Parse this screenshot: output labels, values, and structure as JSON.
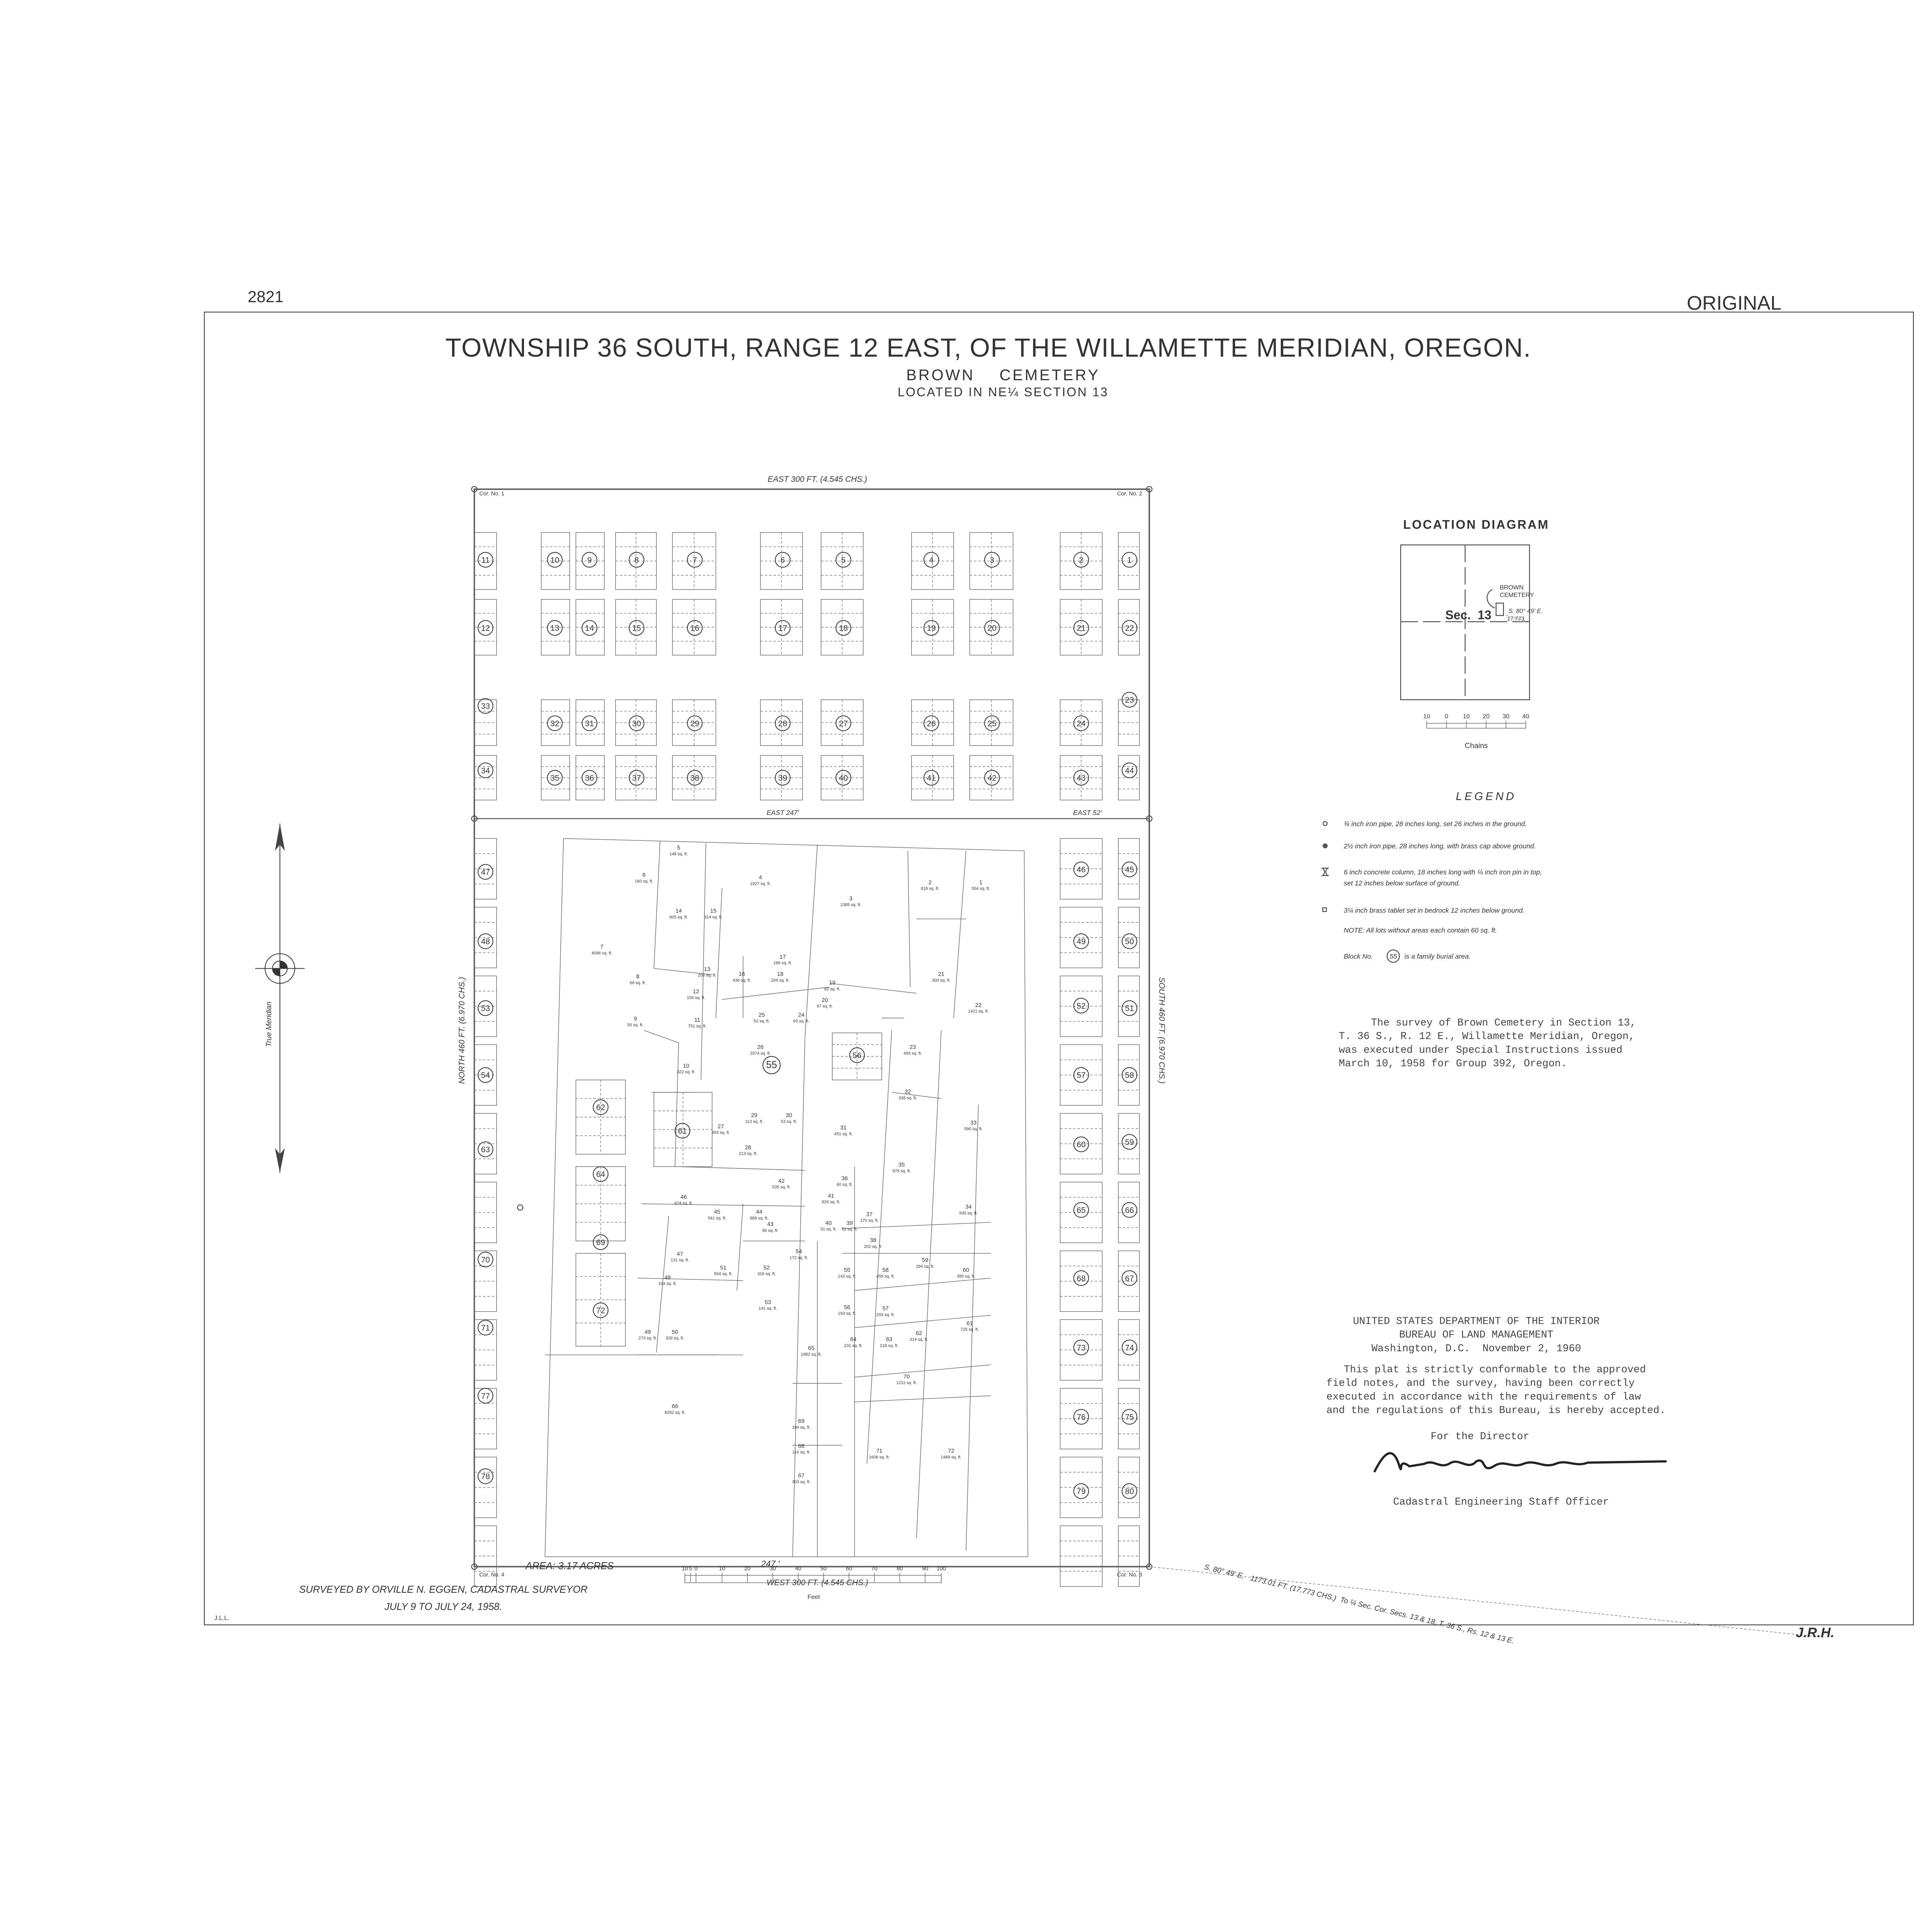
{
  "sheet": {
    "number": "2821",
    "stamp": "ORIGINAL",
    "initials_left": "J.L.L.",
    "initials_right": "J.R.H."
  },
  "title": {
    "main": "TOWNSHIP 36 SOUTH, RANGE 12 EAST, OF THE WILLAMETTE MERIDIAN, OREGON.",
    "subtitle": "BROWN    CEMETERY",
    "location": "LOCATED IN NE¼ SECTION 13"
  },
  "plat": {
    "north_boundary": "EAST 300 FT. (4.545 CHS.)",
    "south_boundary": "WEST 300 FT. (4.545 CHS.)",
    "west_boundary": "NORTH 460 FT. (6.970 CHS.)",
    "east_boundary": "SOUTH 460 FT. (6.970 CHS.)",
    "corners": [
      "Cor. No. 1",
      "Cor. No. 2",
      "Cor. No. 3",
      "Cor. No. 4"
    ],
    "road_west": "EAST 247'",
    "road_east": "EAST 52'",
    "bottom_distance": "247.'",
    "true_meridian": "True Meridian",
    "tie_line": "S. 80° 49' E.   1173.01 FT. (17.773 CHS.)  To ¼ Sec. Cor. Secs. 13 & 18, T. 36 S., Rs. 12 & 13 E.",
    "blocks": [
      "1",
      "2",
      "3",
      "4",
      "5",
      "6",
      "7",
      "8",
      "9",
      "10",
      "11",
      "12",
      "13",
      "14",
      "15",
      "16",
      "17",
      "18",
      "19",
      "20",
      "21",
      "22",
      "23",
      "24",
      "25",
      "26",
      "27",
      "28",
      "29",
      "30",
      "31",
      "32",
      "33",
      "34",
      "35",
      "36",
      "37",
      "38",
      "39",
      "40",
      "41",
      "42",
      "43",
      "44",
      "45",
      "46",
      "47",
      "48",
      "49",
      "50",
      "51",
      "52",
      "53",
      "54",
      "55",
      "56",
      "57",
      "58",
      "59",
      "60",
      "61",
      "62",
      "63",
      "64",
      "65",
      "66",
      "67",
      "68",
      "69",
      "70",
      "71",
      "72",
      "73",
      "74",
      "75",
      "76",
      "77",
      "78",
      "79",
      "80"
    ],
    "lots": [
      {
        "n": "1",
        "area": "554 sq. ft."
      },
      {
        "n": "2",
        "area": "818 sq. ft."
      },
      {
        "n": "3",
        "area": "2385 sq. ft."
      },
      {
        "n": "4",
        "area": "1927 sq. ft."
      },
      {
        "n": "5",
        "area": "148 sq. ft."
      },
      {
        "n": "6",
        "area": "160 sq. ft."
      },
      {
        "n": "7",
        "area": "4096 sq. ft."
      },
      {
        "n": "8",
        "area": "66 sq. ft."
      },
      {
        "n": "9",
        "area": "50 sq. ft."
      },
      {
        "n": "10",
        "area": "322 sq. ft."
      },
      {
        "n": "11",
        "area": "751 sq. ft."
      },
      {
        "n": "12",
        "area": "154 sq. ft."
      },
      {
        "n": "13",
        "area": "206 sq. ft."
      },
      {
        "n": "14",
        "area": "905 sq. ft."
      },
      {
        "n": "15",
        "area": "314 sq. ft."
      },
      {
        "n": "16",
        "area": "436 sq. ft."
      },
      {
        "n": "17",
        "area": "186 sq. ft."
      },
      {
        "n": "18",
        "area": "209 sq. ft."
      },
      {
        "n": "19",
        "area": "82 sq. ft."
      },
      {
        "n": "20",
        "area": "97 sq. ft."
      },
      {
        "n": "21",
        "area": "300 sq. ft."
      },
      {
        "n": "22",
        "area": "1421 sq. ft."
      },
      {
        "n": "23",
        "area": "493 sq. ft."
      },
      {
        "n": "24",
        "area": "63 sq. ft."
      },
      {
        "n": "25",
        "area": "52 sq. ft."
      },
      {
        "n": "26",
        "area": "2074 sq. ft."
      },
      {
        "n": "27",
        "area": "393 sq. ft."
      },
      {
        "n": "28",
        "area": "213 sq. ft."
      },
      {
        "n": "29",
        "area": "113 sq. ft."
      },
      {
        "n": "30",
        "area": "53 sq. ft."
      },
      {
        "n": "31",
        "area": "451 sq. ft."
      },
      {
        "n": "32",
        "area": "338 sq. ft."
      },
      {
        "n": "33",
        "area": "590 sq. ft."
      },
      {
        "n": "34",
        "area": "930 sq. ft."
      },
      {
        "n": "35",
        "area": "979 sq. ft."
      },
      {
        "n": "36",
        "area": "60 sq. ft."
      },
      {
        "n": "37",
        "area": "170 sq. ft."
      },
      {
        "n": "38",
        "area": "202 sq. ft."
      },
      {
        "n": "39",
        "area": "51 sq. ft."
      },
      {
        "n": "40",
        "area": "51 sq. ft."
      },
      {
        "n": "41",
        "area": "826 sq. ft."
      },
      {
        "n": "42",
        "area": "535 sq. ft."
      },
      {
        "n": "43",
        "area": "66 sq. ft."
      },
      {
        "n": "44",
        "area": "689 sq. ft."
      },
      {
        "n": "45",
        "area": "541 sq. ft."
      },
      {
        "n": "46",
        "area": "474 sq. ft."
      },
      {
        "n": "47",
        "area": "131 sq. ft."
      },
      {
        "n": "48",
        "area": "314 sq. ft."
      },
      {
        "n": "49",
        "area": "273 sq. ft."
      },
      {
        "n": "50",
        "area": "326 sq. ft."
      },
      {
        "n": "51",
        "area": "554 sq. ft."
      },
      {
        "n": "52",
        "area": "316 sq. ft."
      },
      {
        "n": "53",
        "area": "141 sq. ft."
      },
      {
        "n": "54",
        "area": "172 sq. ft."
      },
      {
        "n": "55",
        "area": "143 sq. ft."
      },
      {
        "n": "56",
        "area": "193 sq. ft."
      },
      {
        "n": "57",
        "area": "293 sq. ft."
      },
      {
        "n": "58",
        "area": "459 sq. ft."
      },
      {
        "n": "59",
        "area": "294 sq. ft."
      },
      {
        "n": "60",
        "area": "395 sq. ft."
      },
      {
        "n": "61",
        "area": "725 sq. ft."
      },
      {
        "n": "62",
        "area": "314 sq. ft."
      },
      {
        "n": "63",
        "area": "218 sq. ft."
      },
      {
        "n": "64",
        "area": "231 sq. ft."
      },
      {
        "n": "65",
        "area": "1982 sq. ft."
      },
      {
        "n": "66",
        "area": "8282 sq. ft."
      },
      {
        "n": "67",
        "area": "303 sq. ft."
      },
      {
        "n": "68",
        "area": "114 sq. ft."
      },
      {
        "n": "69",
        "area": "184 sq. ft."
      },
      {
        "n": "70",
        "area": "1211 sq. ft."
      },
      {
        "n": "71",
        "area": "1606 sq. ft."
      },
      {
        "n": "72",
        "area": "1469 sq. ft."
      }
    ]
  },
  "location_diagram": {
    "title": "LOCATION DIAGRAM",
    "label_line1": "BROWN",
    "label_line2": "CEMETERY",
    "section": "Sec.  13",
    "bearing": "S. 80° 49' E.",
    "distance": "17.773",
    "scale_ticks": [
      "10",
      "0",
      "10",
      "20",
      "30",
      "40"
    ],
    "scale_unit": "Chains"
  },
  "legend": {
    "title": "LEGEND",
    "items": [
      {
        "icon": "iron-pipe-circle",
        "text": "¾ inch iron pipe, 28 inches long, set 26 inches in the ground."
      },
      {
        "icon": "brass-cap-circle",
        "text": "2½ inch iron pipe, 28 inches long, with brass cap above ground."
      },
      {
        "icon": "concrete-column",
        "text": "6 inch concrete column, 18 inches long with ¼ inch iron pin in top,",
        "text2": "set 12 inches below surface of ground."
      },
      {
        "icon": "brass-tablet-square",
        "text": "3¼ inch brass tablet set in bedrock 12 inches below ground."
      }
    ],
    "note": "NOTE: All lots without areas each contain 60 sq. ft.",
    "block_note_prefix": "Block No.",
    "block_note_number": "55",
    "block_note_suffix": "is a family burial area."
  },
  "survey_note": [
    "The survey of Brown Cemetery in Section 13,",
    "T. 36 S., R. 12 E., Willamette Meridian, Oregon,",
    "was executed under Special Instructions issued",
    "March 10, 1958 for Group 392, Oregon."
  ],
  "approval": {
    "agency": "UNITED STATES DEPARTMENT OF THE INTERIOR",
    "bureau": "BUREAU OF LAND MANAGEMENT",
    "place_date": "Washington, D.C.  November 2, 1960",
    "body": [
      "This plat is strictly conformable to the approved",
      "field notes, and the survey, having been correctly",
      "executed in accordance with the requirements of law",
      "and the regulations of this Bureau, is hereby accepted."
    ],
    "for": "For the Director",
    "signature": "Donald B. Clement",
    "signer_title": "Cadastral Engineering Staff Officer"
  },
  "survey_info": {
    "area": "AREA: 3.17 ACRES",
    "surveyor": "SURVEYED BY ORVILLE N. EGGEN, CADASTRAL SURVEYOR",
    "dates": "JULY 9 TO JULY 24, 1958."
  },
  "scale_bar": {
    "ticks": [
      "10",
      "5",
      "0",
      "10",
      "20",
      "30",
      "40",
      "50",
      "60",
      "70",
      "80",
      "90",
      "100"
    ],
    "unit": "Feet"
  }
}
